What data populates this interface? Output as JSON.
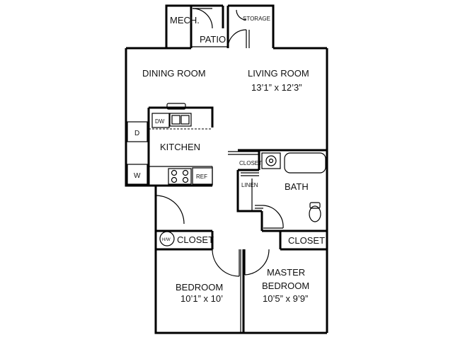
{
  "rooms": {
    "mech": "MECH.",
    "patio": "PATIO",
    "storage": "STORAGE",
    "dining": "DINING ROOM",
    "living": "LIVING ROOM",
    "living_dim": "13’1” x 12’3”",
    "kitchen": "KITCHEN",
    "bath": "BATH",
    "bedroom": "BEDROOM",
    "bedroom_dim": "10’1” x 10’",
    "master_line1": "MASTER",
    "master_line2": "BEDROOM",
    "master_dim": "10’5” x 9’9”"
  },
  "fixtures": {
    "dw": "DW",
    "dryer": "D",
    "washer": "W",
    "ref": "REF",
    "closet_small": "CLOSET",
    "linen": "LINEN",
    "hw": "H/W",
    "closet_bed": "CLOSET",
    "closet_master": "CLOSET"
  }
}
